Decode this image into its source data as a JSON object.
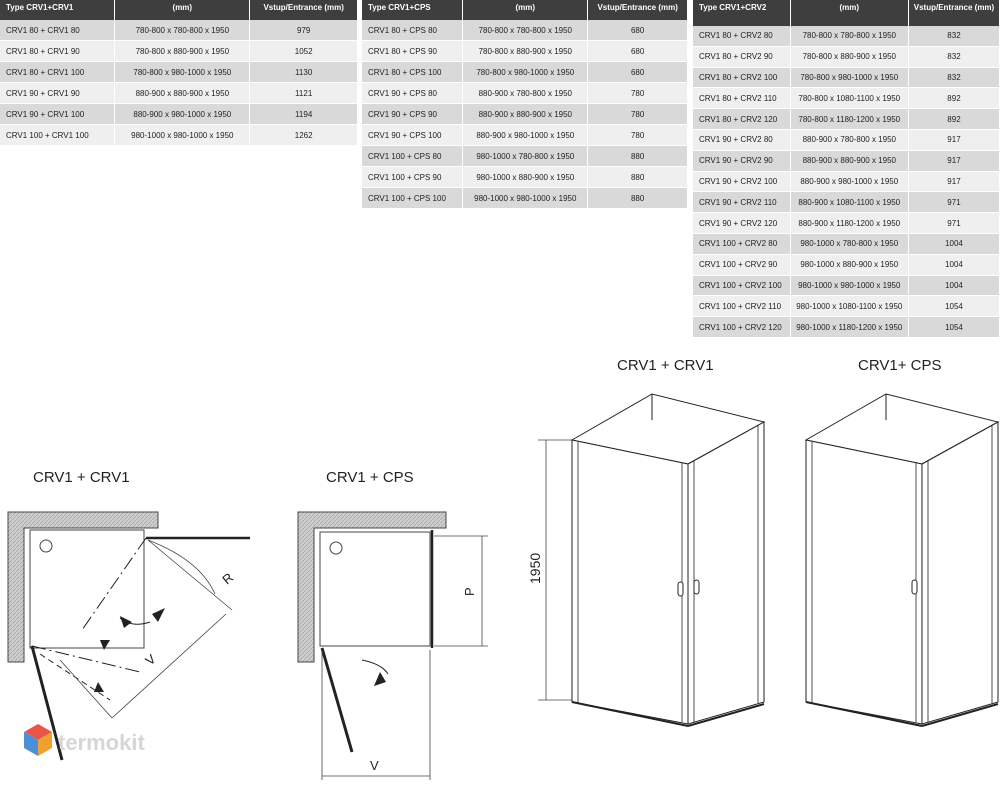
{
  "tables": [
    {
      "headers": [
        "Type CRV1+CRV1",
        "(mm)",
        "Vstup/Entrance (mm)"
      ],
      "rows": [
        [
          "CRV1 80 + CRV1 80",
          "780-800 x 780-800 x 1950",
          "979"
        ],
        [
          "CRV1 80 + CRV1 90",
          "780-800 x 880-900 x 1950",
          "1052"
        ],
        [
          "CRV1 80 + CRV1 100",
          "780-800 x 980-1000 x 1950",
          "1130"
        ],
        [
          "CRV1 90 + CRV1 90",
          "880-900 x 880-900 x 1950",
          "1121"
        ],
        [
          "CRV1 90 + CRV1 100",
          "880-900 x 980-1000 x 1950",
          "1194"
        ],
        [
          "CRV1 100 + CRV1 100",
          "980-1000 x 980-1000 x 1950",
          "1262"
        ]
      ]
    },
    {
      "headers": [
        "Type CRV1+CPS",
        "(mm)",
        "Vstup/Entrance (mm)"
      ],
      "rows": [
        [
          "CRV1 80 + CPS 80",
          "780-800 x 780-800 x 1950",
          "680"
        ],
        [
          "CRV1 80 + CPS 90",
          "780-800 x 880-900 x 1950",
          "680"
        ],
        [
          "CRV1 80 + CPS 100",
          "780-800 x 980-1000 x 1950",
          "680"
        ],
        [
          "CRV1 90 + CPS 80",
          "880-900 x 780-800 x 1950",
          "780"
        ],
        [
          "CRV1 90 + CPS 90",
          "880-900 x 880-900 x 1950",
          "780"
        ],
        [
          "CRV1 90 + CPS 100",
          "880-900 x 980-1000 x 1950",
          "780"
        ],
        [
          "CRV1 100 + CPS 80",
          "980-1000 x 780-800 x 1950",
          "880"
        ],
        [
          "CRV1 100 + CPS 90",
          "980-1000 x 880-900 x 1950",
          "880"
        ],
        [
          "CRV1 100 + CPS 100",
          "980-1000 x 980-1000 x 1950",
          "880"
        ]
      ]
    },
    {
      "headers": [
        "Type CRV1+CRV2",
        "(mm)",
        "Vstup/Entrance (mm)"
      ],
      "rows": [
        [
          "CRV1 80 + CRV2 80",
          "780-800 x 780-800 x 1950",
          "832"
        ],
        [
          "CRV1 80 + CRV2 90",
          "780-800 x 880-900 x 1950",
          "832"
        ],
        [
          "CRV1 80 + CRV2 100",
          "780-800 x 980-1000 x 1950",
          "832"
        ],
        [
          "CRV1 80 + CRV2 110",
          "780-800 x 1080-1100 x 1950",
          "892"
        ],
        [
          "CRV1 80 + CRV2 120",
          "780-800 x 1180-1200 x 1950",
          "892"
        ],
        [
          "CRV1 90 + CRV2 80",
          "880-900 x 780-800 x 1950",
          "917"
        ],
        [
          "CRV1 90 + CRV2 90",
          "880-900 x 880-900 x 1950",
          "917"
        ],
        [
          "CRV1 90 + CRV2 100",
          "880-900 x 980-1000 x 1950",
          "917"
        ],
        [
          "CRV1 90 + CRV2 110",
          "880-900 x 1080-1100 x 1950",
          "971"
        ],
        [
          "CRV1 90 + CRV2 120",
          "880-900 x 1180-1200 x 1950",
          "971"
        ],
        [
          "CRV1 100 + CRV2 80",
          "980-1000 x 780-800 x 1950",
          "1004"
        ],
        [
          "CRV1 100 + CRV2 90",
          "980-1000 x 880-900 x 1950",
          "1004"
        ],
        [
          "CRV1 100 + CRV2 100",
          "980-1000 x 980-1000 x 1950",
          "1004"
        ],
        [
          "CRV1 100 + CRV2 110",
          "980-1000 x 1080-1100 x 1950",
          "1054"
        ],
        [
          "CRV1 100 + CRV2 120",
          "980-1000 x 1180-1200 x 1950",
          "1054"
        ]
      ]
    }
  ],
  "plans": {
    "left_title": "CRV1 + CRV1",
    "middle_title": "CRV1 + CPS",
    "label_r": "R",
    "label_v": "V",
    "label_p": "P"
  },
  "views": {
    "left_title": "CRV1 + CRV1",
    "right_title": "CRV1+ CPS",
    "height_label": "1950"
  },
  "watermark": {
    "text": "termokit",
    "colors": [
      "#e8564a",
      "#4a90d9",
      "#f0a030"
    ]
  },
  "colors": {
    "header_bg": "#3e3e3e",
    "row_dark": "#d9d9d9",
    "row_light": "#efefef",
    "wall_fill": "#cccccc"
  }
}
